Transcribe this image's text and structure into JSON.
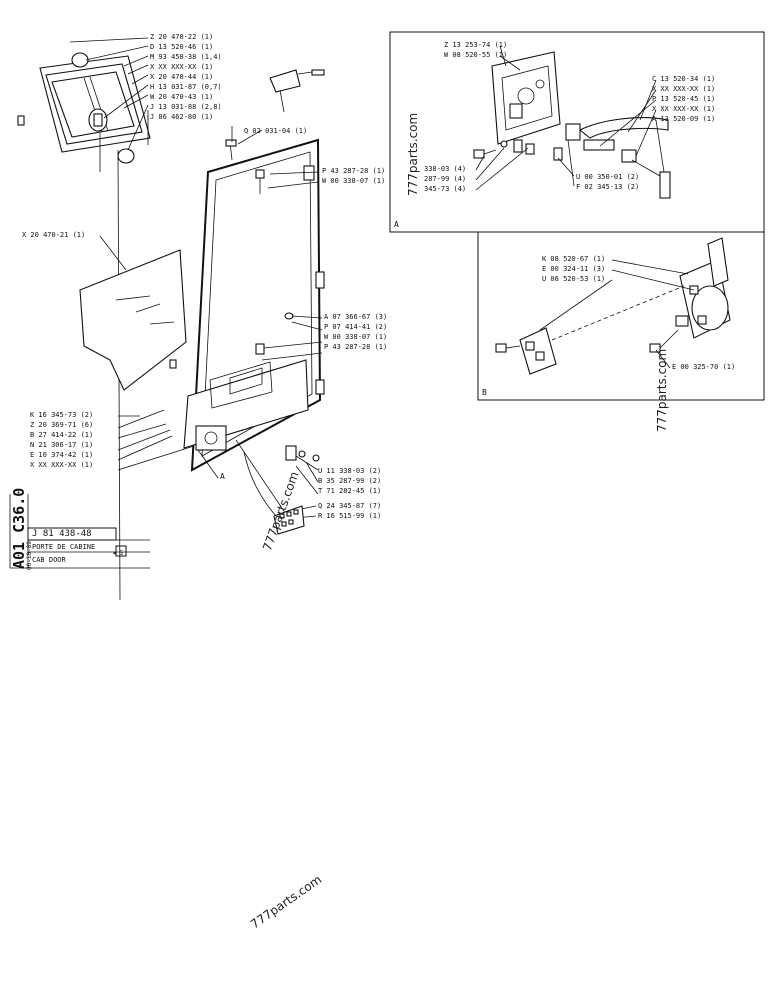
{
  "watermarks": [
    "777parts.com",
    "777parts.com",
    "777parts.com",
    "777parts.com",
    "777parts.com"
  ],
  "title_block": {
    "vertical_code": "A01 C36.0",
    "date": "06-10-89",
    "ref_number": "J 81 438-48",
    "title_fr": "PORTE DE CABINE",
    "title_en": "CAB DOOR",
    "marker": "S"
  },
  "main_labels_top": [
    "Z 20 470-22 (1)",
    "D 13 520-46 (1)",
    "M 93 450-38 (1,4)",
    "X XX XXX-XX (1)",
    "X 20 470-44 (1)",
    "H 13 031-87 (0,7)",
    "W 20 470-43 (1)",
    "J 13 031-88 (2,8)",
    "J 86 462-80 (1)"
  ],
  "label_q": "Q 02 031-04 (1)",
  "labels_right_upper": [
    "P 43 287-28 (1)",
    "W 00 338-07 (1)"
  ],
  "label_glass": "X 20 470-21 (1)",
  "labels_right_mid": [
    "A 07 366-67 (3)",
    "P 07 414-41 (2)",
    "W 00 338-07 (1)",
    "P 43 287-28 (1)"
  ],
  "labels_left_lower": [
    "K 16 345-73 (2)",
    "Z 20 369-71 (6)",
    "B 27 414-22 (1)",
    "N 21 306-17 (1)",
    "E 10 374-42 (1)",
    "X XX XXX-XX (1)"
  ],
  "labels_right_lower": [
    "U 11 338-03 (2)",
    "B 35 287-99 (2)",
    "T 71 282-45 (1)",
    "Q 24 345-87 (7)",
    "R 16 515-99 (1)"
  ],
  "callout_a": "A",
  "detail_a": {
    "letter": "A",
    "labels_top": [
      "Z 13 253-74 (1)",
      "W 08 520-55 (1)"
    ],
    "labels_left": [
      "338-03 (4)",
      "287-99 (4)",
      "345-73 (4)"
    ],
    "labels_right": [
      "C 13 520-34 (1)",
      "X XX XXX-XX (1)",
      "P 13 520-45 (1)",
      "X XX XXX-XX (1)",
      "A 13 520-09 (1)"
    ],
    "labels_bottom": [
      "U 00 350-01 (2)",
      "F 02 345-13 (2)"
    ]
  },
  "detail_b": {
    "letter": "B",
    "labels": [
      "K 08 520-67 (1)",
      "E 00 324-11 (3)",
      "U 06 520-53 (1)"
    ],
    "label_bottom": "E 00 325-70 (1)"
  }
}
